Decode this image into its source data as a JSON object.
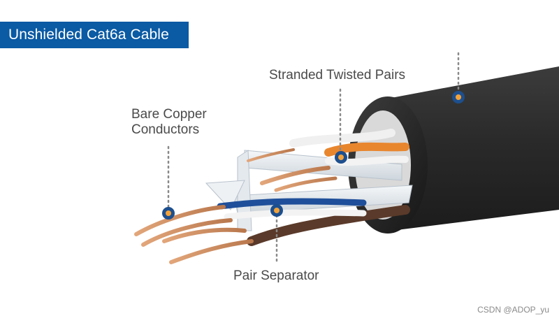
{
  "title": "Unshielded Cat6a Cable",
  "labels": {
    "stranded_twisted_pairs": "Stranded Twisted Pairs",
    "bare_copper_conductors": "Bare Copper\nConductors",
    "pair_separator": "Pair Separator"
  },
  "watermark": "CSDN @ADOP_yu",
  "colors": {
    "banner": "#0a5aa4",
    "jacket": "#2b2b2b",
    "copper": "#c98a5e",
    "orange_pair": "#e8862e",
    "brown_pair": "#5a3a2a",
    "blue_pair": "#1f4f9a",
    "separator": "#e9eef2",
    "marker_ring": "#1d4f8e",
    "marker_core": "#f2a23a"
  }
}
